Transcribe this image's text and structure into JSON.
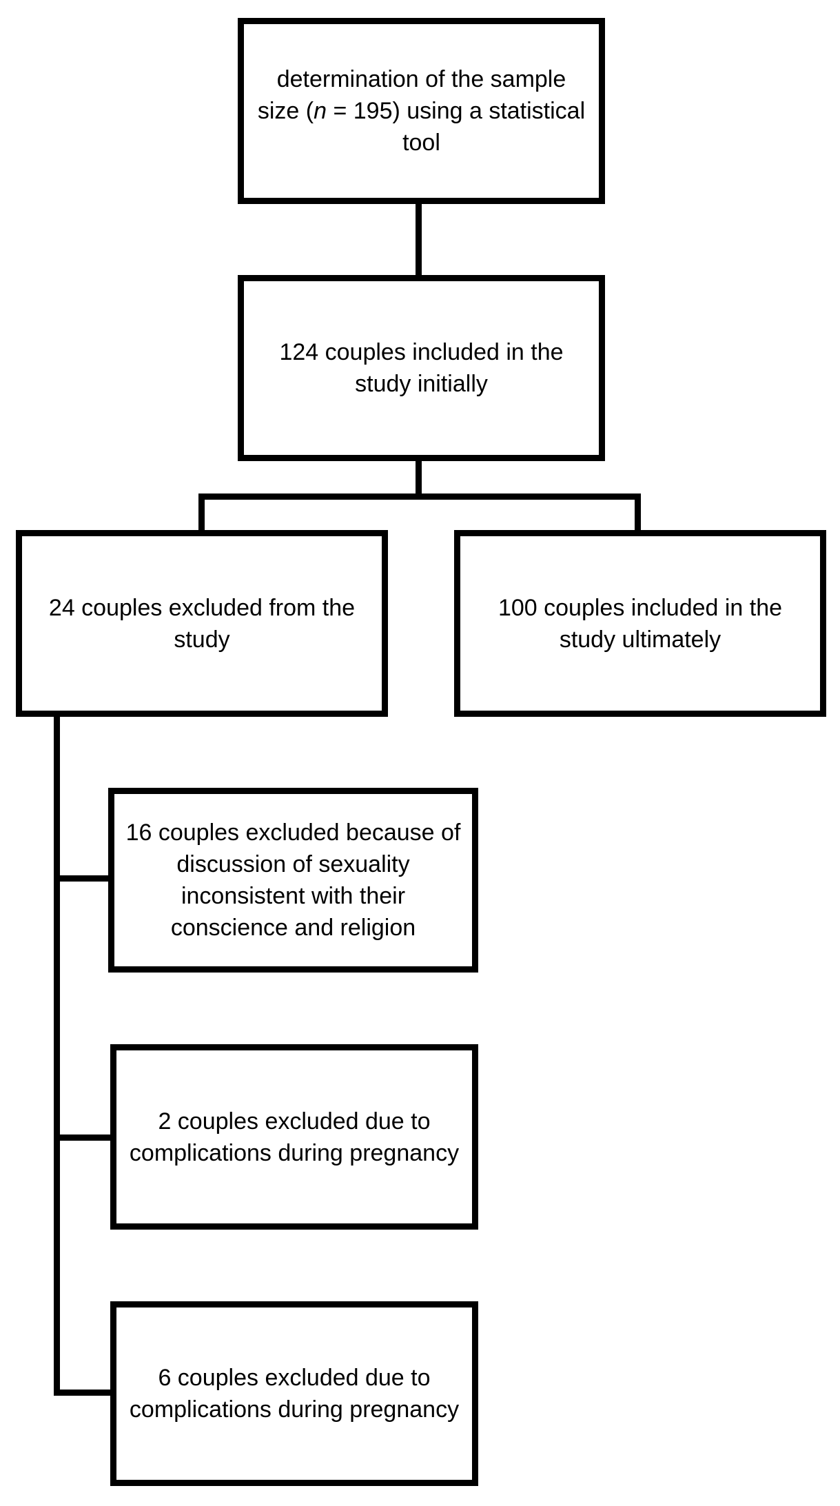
{
  "flowchart": {
    "sample_size": {
      "prefix": "determination of the sample size (",
      "n_symbol": "n",
      "middle": " = 195) using a statistical tool"
    },
    "initial": {
      "text": "124 couples included in the study initially"
    },
    "excluded": {
      "text": "24 couples excluded from the study"
    },
    "included": {
      "text": "100 couples included in the study ultimately"
    },
    "reasons": [
      {
        "text": "16 couples excluded because of discussion of sexuality inconsistent with their conscience and religion"
      },
      {
        "text": "2 couples excluded due to complications during pregnancy"
      },
      {
        "text": "6 couples excluded due to complications during pregnancy"
      }
    ]
  },
  "colors": {
    "stroke": "#000000",
    "background": "#ffffff"
  }
}
